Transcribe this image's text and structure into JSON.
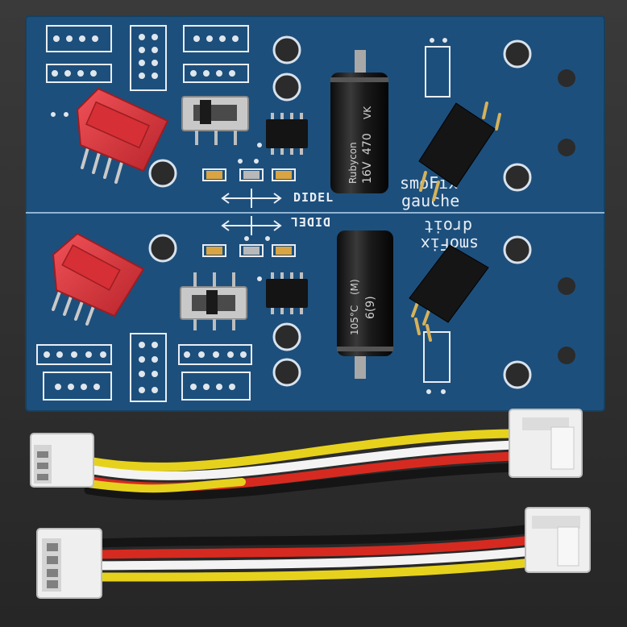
{
  "scene": {
    "background_color": "#2b2b2b",
    "board_color": "#1d4f7c",
    "board_edge_color": "#16405f",
    "silk_color": "#e8eef5"
  },
  "board_top": {
    "brand_label": "DIDEL",
    "name_line_1": "smoFix",
    "name_line_2": "gauche"
  },
  "board_bottom": {
    "brand_label": "DIDEL",
    "name_line_1": "smoFix",
    "name_line_2": "droit"
  },
  "capacitor_top": {
    "label_1": "Rubycon",
    "label_2": "16V",
    "label_3": "470",
    "label_4": "VK"
  },
  "capacitor_bottom": {
    "label_1": "105°C",
    "label_2": "(M)",
    "label_3": "6(9)"
  },
  "cables": {
    "wire_colors": [
      "#e6d21c",
      "#f3f3f3",
      "#d62a20",
      "#151515"
    ],
    "connector_color": "#efefef"
  },
  "connector_color_red": "#e0353b"
}
